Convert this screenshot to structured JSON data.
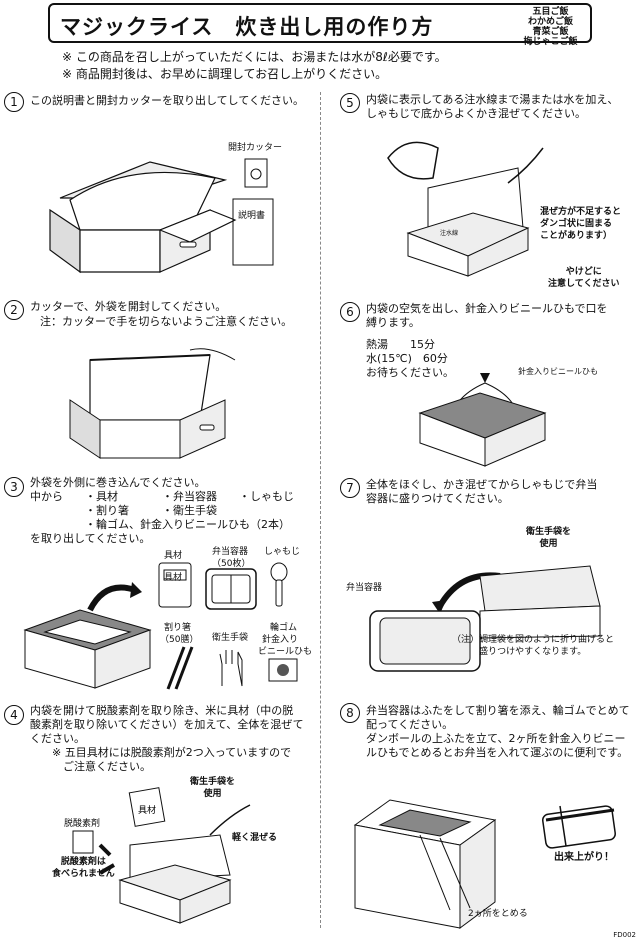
{
  "title": {
    "main": "マジックライス　炊き出し用の作り方",
    "variants": [
      "五目ご飯",
      "わかめご飯",
      "青菜ご飯",
      "梅じゃこご飯"
    ]
  },
  "notices": [
    "※ この商品を召し上がっていただくには、お湯または水が8ℓ必要です。",
    "※ 商品開封後は、お早めに調理してお召し上がりください。"
  ],
  "steps": {
    "s1": {
      "num": "1",
      "lines": [
        "この説明書と開封カッターを取り出してしてください。"
      ],
      "labels": {
        "cutter": "開封カッター",
        "manual": "説明書"
      }
    },
    "s2": {
      "num": "2",
      "lines": [
        "カッターで、外袋を開封してください。",
        "注：カッターで手を切らないようご注意ください。"
      ]
    },
    "s3": {
      "num": "3",
      "lines": [
        "外袋を外側に巻き込んでください。",
        "中から　　・具材　　　　・弁当容器　　・しゃもじ",
        "　　　　　・割り箸　　　・衛生手袋",
        "　　　　　・輪ゴム、針金入りビニールひも（2本）",
        "を取り出してください。"
      ],
      "labels": {
        "ingredients": "具材",
        "ingredients_pack": "具材",
        "container": "弁当容器",
        "container_count": "（50枚）",
        "spatula": "しゃもじ",
        "chopsticks": "割り箸",
        "chopsticks_count": "（50膳）",
        "gloves": "衛生手袋",
        "rubber": "輪ゴム",
        "wire": "針金入り",
        "wire2": "ビニールひも"
      }
    },
    "s4": {
      "num": "4",
      "lines": [
        "内袋を開けて脱酸素剤を取り除き、米に具材（中の脱",
        "酸素剤を取り除いてください）を加えて、全体を混ぜて",
        "ください。",
        "　　※ 五目具材には脱酸素剤が2つ入っていますので",
        "　　　ご注意ください。"
      ],
      "labels": {
        "glove_note": [
          "衛生手袋を",
          "使用"
        ],
        "ingredients": "具材",
        "oxygen": "脱酸素剤",
        "not_edible": [
          "脱酸素剤は",
          "食べられません"
        ],
        "mix": "軽く混ぜる"
      }
    },
    "s5": {
      "num": "5",
      "lines": [
        "内袋に表示してある注水線まで湯または水を加え、",
        "しゃもじで底からよくかき混ぜてください。"
      ],
      "labels": {
        "warn": [
          "混ぜ方が不足すると",
          "ダンゴ状に固まる",
          "ことがあります）"
        ],
        "burn": [
          "やけどに",
          "注意してください"
        ],
        "line": "注水線"
      }
    },
    "s6": {
      "num": "6",
      "lines": [
        "内袋の空気を出し、針金入りビニールひもで口を",
        "縛ります。"
      ],
      "times": [
        "熱湯　　15分",
        "水(15℃)　60分",
        "お待ちください。"
      ],
      "labels": {
        "wire": "針金入りビニールひも"
      }
    },
    "s7": {
      "num": "7",
      "lines": [
        "全体をほぐし、かき混ぜてからしゃもじで弁当",
        "容器に盛りつけてください。"
      ],
      "labels": {
        "glove_note": [
          "衛生手袋を",
          "使用"
        ],
        "container": "弁当容器",
        "note": [
          "（注）調理袋を図のように折り曲げると",
          "　　　盛りつけやすくなります。"
        ]
      }
    },
    "s8": {
      "num": "8",
      "lines": [
        "弁当容器はふたをして割り箸を添え、輪ゴムでとめて",
        "配ってください。",
        "ダンボールの上ふたを立て、2ヶ所を針金入りビニー",
        "ルひもでとめるとお弁当を入れて運ぶのに便利です。"
      ],
      "labels": {
        "done": "出来上がり！",
        "two_spots": "2ヵ所をとめる"
      }
    }
  },
  "footer": "FD002"
}
